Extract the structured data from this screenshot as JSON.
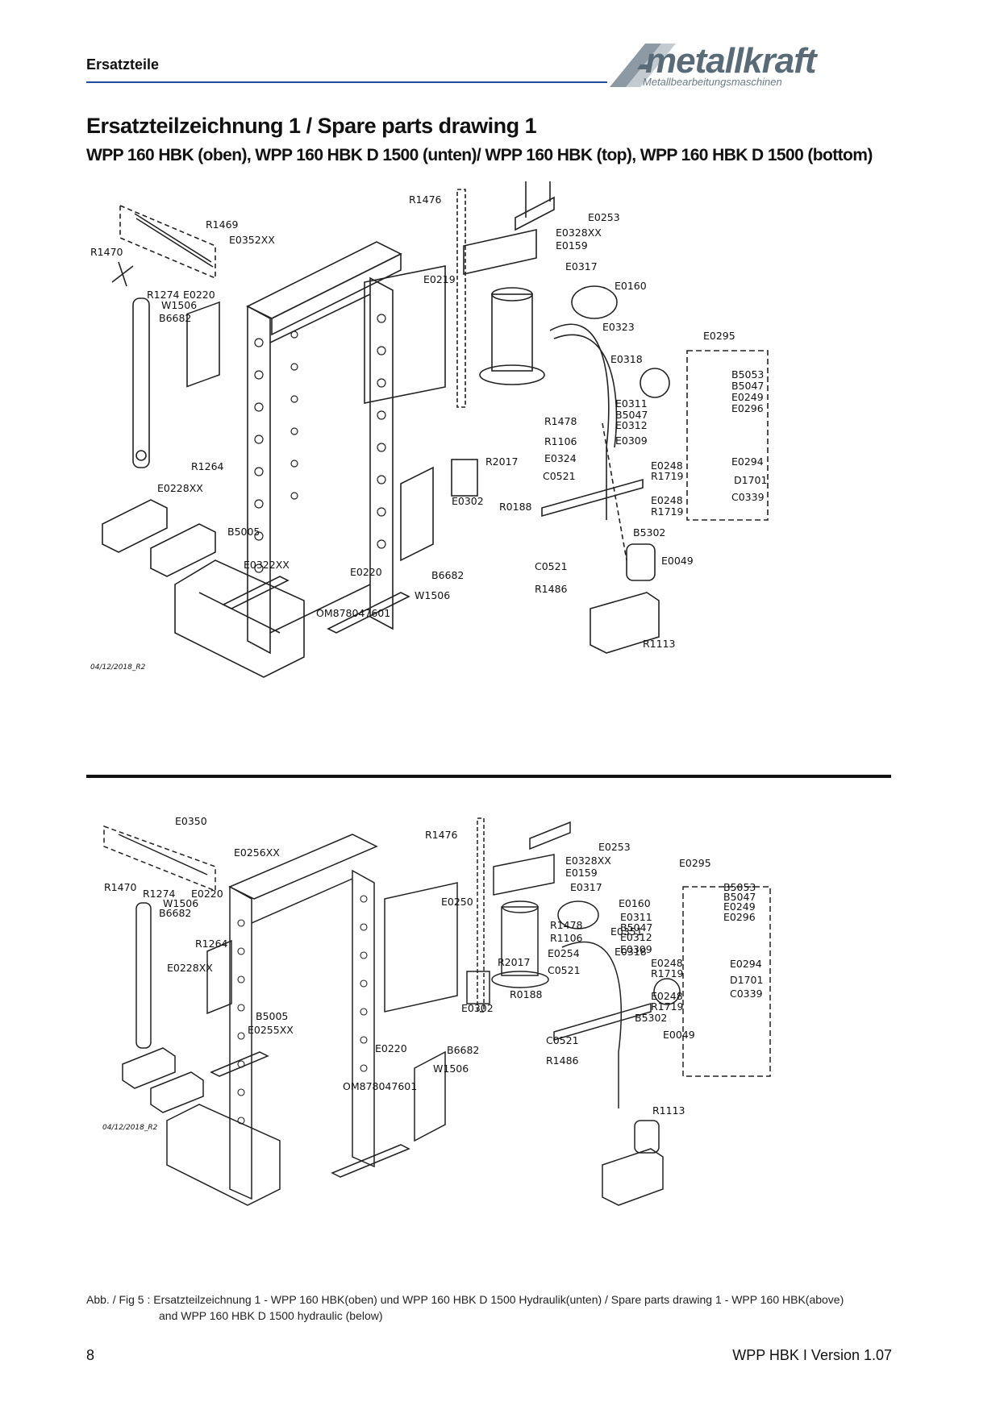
{
  "header": {
    "section": "Ersatzteile",
    "brand": "metallkraft",
    "brand_tagline": "Metallbearbeitungsmaschinen"
  },
  "title": "Ersatzteilzeichnung 1 / Spare parts drawing 1",
  "subtitle": "WPP 160 HBK (oben), WPP 160 HBK D 1500 (unten)/ WPP 160 HBK (top), WPP 160 HBK D 1500 (bottom)",
  "drawing_top": {
    "date": "04/12/2018_R2",
    "labels": [
      "R1476",
      "E0253",
      "R1469",
      "E0352XX",
      "E0328XX",
      "E0159",
      "R1470",
      "E0317",
      "E0219",
      "E0160",
      "R1274",
      "E0220",
      "W1506",
      "B6682",
      "E0323",
      "E0295",
      "E0318",
      "B5053",
      "B5047",
      "E0249",
      "E0311",
      "B5047",
      "E0296",
      "E0312",
      "R1478",
      "E0309",
      "R1106",
      "R1264",
      "R2017",
      "E0324",
      "E0294",
      "E0248",
      "C0521",
      "R1719",
      "D1701",
      "E0228XX",
      "E0302",
      "C0339",
      "R0188",
      "E0248",
      "R1719",
      "B5005",
      "B5302",
      "E0322XX",
      "E0049",
      "C0521",
      "E0220",
      "B6682",
      "R1486",
      "W1506",
      "OM878047601",
      "R1113"
    ]
  },
  "drawing_bottom": {
    "date": "04/12/2018_R2",
    "labels": [
      "E0350",
      "R1476",
      "E0253",
      "E0256XX",
      "E0328XX",
      "R1470",
      "E0159",
      "E0317",
      "E0250",
      "E0160",
      "R1274",
      "E0220",
      "W1506",
      "B6682",
      "E0351",
      "E0295",
      "E0318",
      "B5053",
      "B5047",
      "E0249",
      "E0311",
      "E0296",
      "B5047",
      "E0312",
      "R1478",
      "E0309",
      "R1106",
      "R1264",
      "E0254",
      "E0248",
      "R2017",
      "E0294",
      "C0521",
      "R1719",
      "E0228XX",
      "D1701",
      "C0339",
      "E0302",
      "R0188",
      "E0248",
      "R1719",
      "B5005",
      "E0255XX",
      "B5302",
      "C0521",
      "E0049",
      "E0220",
      "B6682",
      "R1486",
      "W1506",
      "OM878047601",
      "R1113"
    ]
  },
  "caption": {
    "line1": "Abb. / Fig 5 : Ersatzteilzeichnung 1 - WPP 160 HBK(oben) und WPP 160 HBK D 1500 Hydraulik(unten) /  Spare parts drawing 1 - WPP 160 HBK(above)",
    "line2": "and WPP 160 HBK D 1500 hydraulic (below)"
  },
  "footer": {
    "page_number": "8",
    "version": "WPP HBK I Version 1.07"
  },
  "colors": {
    "header_rule": "#1f4e9c",
    "logo": "#5a6b78"
  }
}
